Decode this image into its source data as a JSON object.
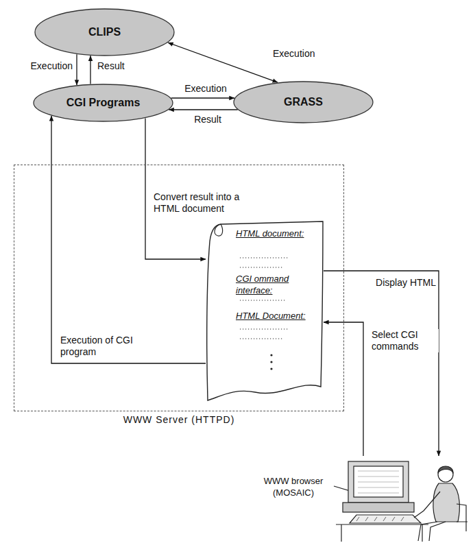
{
  "diagram": {
    "nodes": [
      {
        "text": [
          "CLIPS"
        ]
      },
      {
        "text": [
          "CGI Programs"
        ]
      },
      {
        "text": [
          "GRASS"
        ]
      },
      {
        "text": [
          "WWW Server (HTTPD)"
        ]
      },
      {
        "text": [
          "HTML document:",
          "CGI ommand interface:",
          "HTML Document:"
        ],
        "in": 3
      },
      {
        "text": [
          "WWW browser (MOSAIC)"
        ]
      }
    ],
    "edges": [
      {
        "from": 0,
        "to": 1,
        "label": "Execution",
        "arrow": "to"
      },
      {
        "from": 1,
        "to": 0,
        "label": "Result",
        "arrow": "to"
      },
      {
        "from": 0,
        "to": 2,
        "label": "Execution",
        "arrow": "both"
      },
      {
        "from": 1,
        "to": 2,
        "label": "Execution",
        "arrow": "to"
      },
      {
        "from": 2,
        "to": 1,
        "label": "Result",
        "arrow": "to"
      },
      {
        "from": 1,
        "to": 4,
        "label": "Convert result into a HTML document",
        "arrow": "to"
      },
      {
        "from": 4,
        "to": 1,
        "label": "Execution of CGI program",
        "arrow": "to"
      },
      {
        "from": 4,
        "to": 5,
        "label": "Display HTML",
        "arrow": "to"
      },
      {
        "from": 5,
        "to": 4,
        "label": "Select CGI commands",
        "arrow": "to"
      }
    ]
  }
}
